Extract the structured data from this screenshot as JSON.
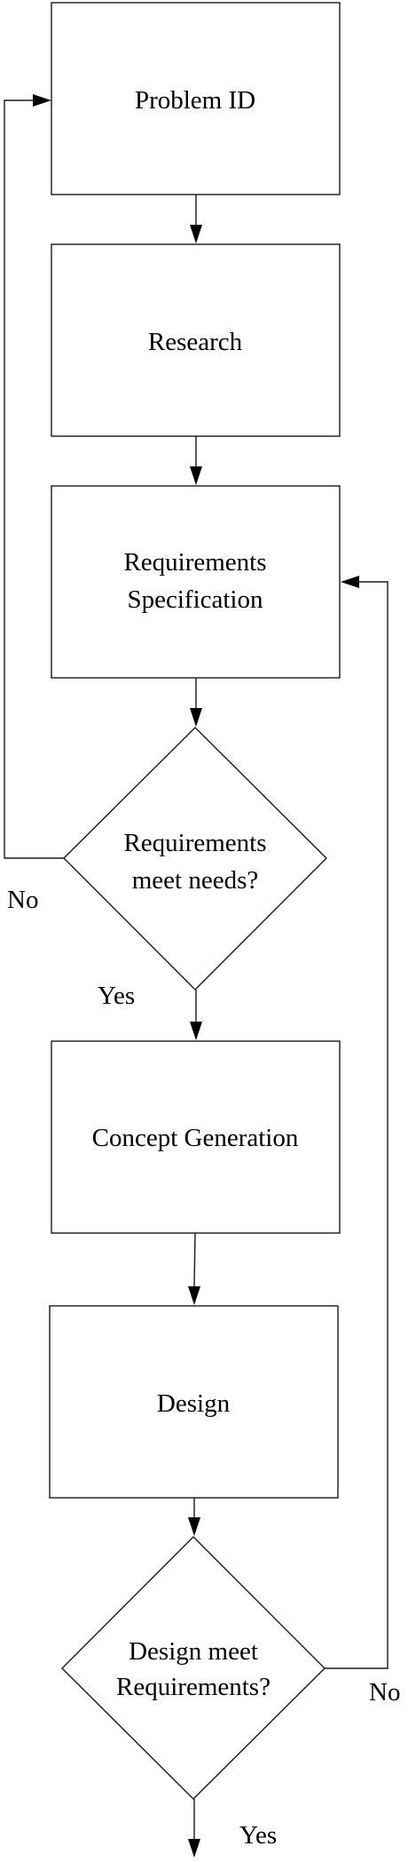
{
  "nodes": {
    "problem_id": {
      "label": "Problem ID"
    },
    "research": {
      "label": "Research"
    },
    "requirements_spec": {
      "line1": "Requirements",
      "line2": "Specification"
    },
    "requirements_check": {
      "line1": "Requirements",
      "line2": "meet needs?"
    },
    "concept_generation": {
      "label": "Concept Generation"
    },
    "design": {
      "label": "Design"
    },
    "design_check": {
      "line1": "Design meet",
      "line2": "Requirements?"
    }
  },
  "edges": {
    "requirements_check_no": "No",
    "requirements_check_yes": "Yes",
    "design_check_no": "No",
    "design_check_yes": "Yes"
  },
  "colors": {
    "line": "#1a1a1a",
    "text": "#000000",
    "background": "#ffffff"
  }
}
